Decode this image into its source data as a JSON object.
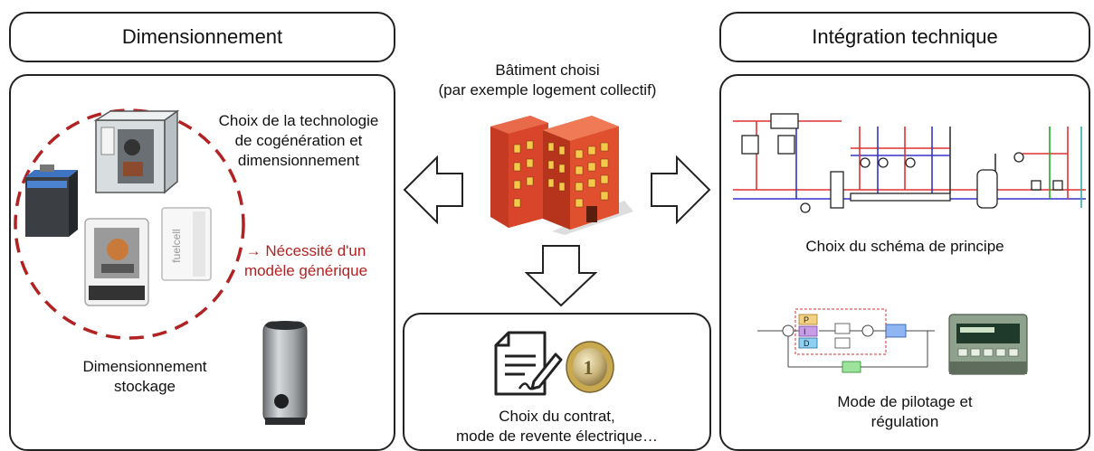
{
  "left_panel": {
    "title": "Dimensionnement",
    "tech_choice_line1": "Choix de la technologie",
    "tech_choice_line2": "de cogénération et",
    "tech_choice_line3": "dimensionnement",
    "generic_model_line1": "→ Nécessité d'un",
    "generic_model_line2": "modèle générique",
    "storage_line1": "Dimensionnement",
    "storage_line2": "stockage",
    "fuelcell_brand": "fuelcell"
  },
  "center": {
    "building_line1": "Bâtiment choisi",
    "building_line2": "(par exemple logement collectif)",
    "contract_line1": "Choix du contrat,",
    "contract_line2": "mode de revente électrique…"
  },
  "right_panel": {
    "title": "Intégration technique",
    "schema_label": "Choix du schéma de principe",
    "control_line1": "Mode de pilotage et",
    "control_line2": "régulation",
    "pid_p": "P",
    "pid_i": "I",
    "pid_d": "D"
  },
  "colors": {
    "accent_red": "#b22222",
    "border": "#222222",
    "building": "#d9452b"
  }
}
